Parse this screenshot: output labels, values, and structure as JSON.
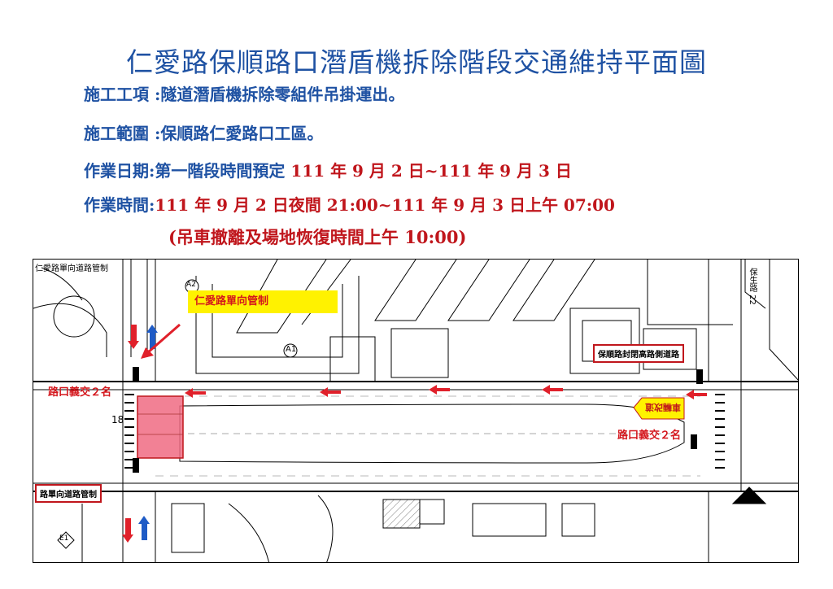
{
  "title": "仁愛路保順路口潛盾機拆除階段交通維持平面圖",
  "info": [
    {
      "label": "施工工項",
      "sep": " :",
      "value": "隧道潛盾機拆除零組件吊掛運出。",
      "red": ""
    },
    {
      "label": "施工範圍",
      "sep": " :",
      "value": "保順路仁愛路口工區。",
      "red": ""
    },
    {
      "label": "作業日期",
      "sep": ":",
      "value": "第一階段時間預定 ",
      "red": "111 年 9 月 2 日~111 年 9 月 3 日"
    },
    {
      "label": "作業時間",
      "sep": ":",
      "value": "",
      "red": "111 年 9 月 2 日夜間 21:00~111 年 9 月 3 日上午 07:00"
    }
  ],
  "note": "(吊車撤離及場地恢復時間上午 10:00)",
  "map": {
    "corner_label": "仁愛路單向道路管制",
    "yellow_label": "仁愛路單向管制",
    "left_police": "路口義交２名",
    "right_police": "路口義交２名",
    "right_box": "保順路封閉高路側道路",
    "left_box": "路單向道路管制",
    "yellow_sign": "車輛改道",
    "road_right": "保生路 22",
    "marker_a1": "A1",
    "marker_a2": "A2",
    "marker_e1": "E1",
    "num_18": "18"
  },
  "colors": {
    "title_blue": "#1f52a3",
    "red": "#c0161c",
    "work_zone": "#f06b82",
    "arrow_red": "#e0202a",
    "arrow_blue": "#1e5bc6",
    "yellow": "#fff200"
  }
}
